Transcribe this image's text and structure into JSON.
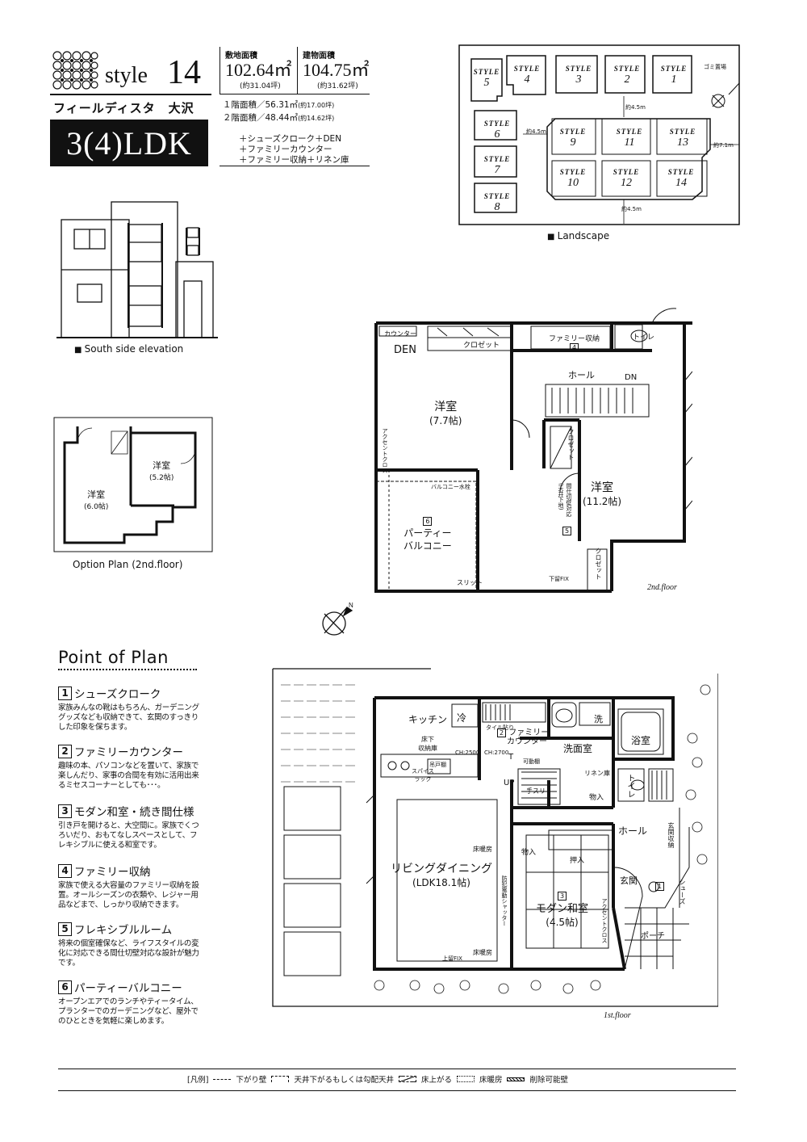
{
  "header": {
    "style_word": "style",
    "style_number": "14",
    "project_name": "フィールディスタ　大沢",
    "layout": "3(4)LDK",
    "land_area": {
      "label": "敷地面積",
      "value": "102.64㎡",
      "tsubo": "(約31.04坪)"
    },
    "building_area": {
      "label": "建物面積",
      "value": "104.75㎡",
      "tsubo": "(約31.62坪)"
    },
    "floor1": "１階面積／56.31㎡",
    "floor1_tsubo": "(約17.00坪)",
    "floor2": "２階面積／48.44㎡",
    "floor2_tsubo": "(約14.62坪)",
    "features": [
      "＋シューズクローク＋DEN",
      "＋ファミリーカウンター",
      "＋ファミリー収納＋リネン庫"
    ]
  },
  "captions": {
    "landscape": "Landscape",
    "elevation": "South side elevation",
    "option_plan": "Option Plan (2nd.floor)"
  },
  "landscape": {
    "style_word": "STYLE",
    "lots": [
      "5",
      "4",
      "3",
      "2",
      "1",
      "6",
      "9",
      "11",
      "13",
      "7",
      "10",
      "12",
      "14",
      "8"
    ],
    "roads": [
      "約4.5m",
      "約4.5m",
      "約4.5m",
      "約7.1m"
    ],
    "garbage": "ゴミ置場"
  },
  "option_plan": {
    "room1": "洋室",
    "room1_size": "(5.2帖)",
    "room2": "洋室",
    "room2_size": "(6.0帖)"
  },
  "floor2": {
    "counter": "カウンター",
    "closet": "クロゼット",
    "family_storage": "ファミリー収納",
    "family_storage_num": "4",
    "toilet": "トイレ",
    "den": "DEN",
    "hall": "ホール",
    "dn": "DN",
    "room_a": "洋室",
    "room_a_size": "(7.7帖)",
    "room_b": "洋室",
    "room_b_size": "(11.2帖)",
    "accent": "アクセントクロス",
    "balcony_tap": "バルコニー水栓",
    "party_num": "6",
    "party1": "パーティー",
    "party2": "バルコニー",
    "slit": "スリット",
    "closet_v1": "クロゼット",
    "closet_v2": "クロゼット",
    "partition": "間仕切壁対応",
    "partition2": "(天井下地)",
    "partition_num": "5",
    "fix_window": "下留FIX",
    "label": "2nd.floor"
  },
  "floor1": {
    "kitchen": "キッチン",
    "fridge": "冷",
    "tile_wall": "タイル貼り",
    "floor_storage1": "床下",
    "floor_storage2": "収納庫",
    "hanging": "吊戸棚",
    "spice1": "スパイス",
    "spice2": "ラック",
    "ch1": "CH:2500",
    "ch2": "CH:2700",
    "fc_num": "2",
    "family_counter1": "ファミリー",
    "family_counter2": "カウンター",
    "bookshelf": "可動棚",
    "washroom": "洗面室",
    "wash": "洗",
    "bath": "浴室",
    "toilet": "トイレ",
    "linen": "リネン庫",
    "tv": "T",
    "up": "UP",
    "tesuri": "手スリ",
    "storage_in": "物入",
    "hall": "ホール",
    "floor_heat1": "床暖房",
    "floor_heat2": "床暖房",
    "storage_in2": "物入",
    "oshiire": "押入",
    "living": "リビングダイニング",
    "ldk_size": "(LDK18.1帖)",
    "shutter": "防犯電動シャッター",
    "jw_num": "3",
    "japanese": "モダン和室",
    "japanese_size": "(4.5帖)",
    "genkan": "玄関",
    "shoes_num": "1",
    "shoes": "シューズ",
    "genkan_storage": "玄関収納",
    "accent": "アクセントクロス",
    "porch": "ポーチ",
    "upper_fix": "上留FIX",
    "label": "1st.floor"
  },
  "point_of_plan": {
    "title": "Point of Plan",
    "items": [
      {
        "num": "1",
        "title": "シューズクローク",
        "desc": "家族みんなの靴はもちろん、ガーデニンググッズなども収納できて、玄関のすっきりした印象を保ちます。"
      },
      {
        "num": "2",
        "title": "ファミリーカウンター",
        "desc": "趣味の本、パソコンなどを置いて、家族で楽しんだり、家事の合間を有効に活用出来るミセスコーナーとしても･･･。"
      },
      {
        "num": "3",
        "title": "モダン和室・続き間仕様",
        "desc": "引き戸を開けると、大空間に。家族でくつろいだり、おもてなしスペースとして、フレキシブルに使える和室です。"
      },
      {
        "num": "4",
        "title": "ファミリー収納",
        "desc": "家族で使える大容量のファミリー収納を設置。オールシーズンの衣類や、レジャー用品などまで、しっかり収納できます。"
      },
      {
        "num": "5",
        "title": "フレキシブルルーム",
        "desc": "将来の個室確保など、ライフスタイルの変化に対応できる間仕切壁対応な設計が魅力です。"
      },
      {
        "num": "6",
        "title": "パーティーバルコニー",
        "desc": "オープンエアでのランチやティータイム、プランターでのガーデニングなど、屋外でのひとときを気軽に楽しめます。"
      }
    ]
  },
  "legend": {
    "title": "[凡例]",
    "items": [
      "下がり壁",
      "天井下がるもしくは勾配天井",
      "床上がる",
      "床暖房",
      "削除可能壁"
    ]
  }
}
